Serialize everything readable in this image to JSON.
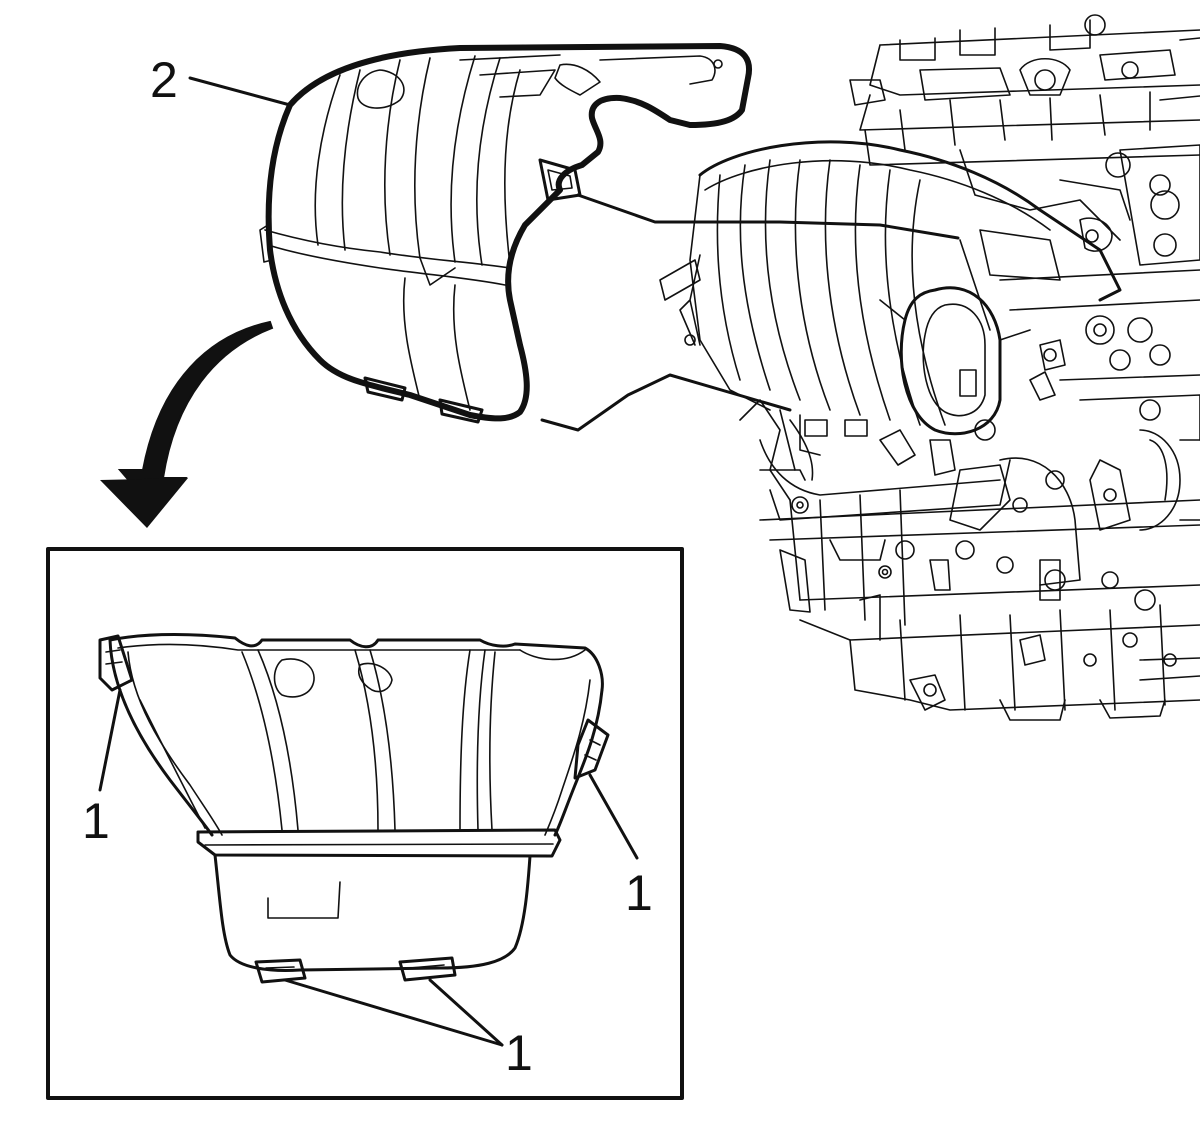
{
  "diagram": {
    "callouts": {
      "shield": "2",
      "clip_top_left": "1",
      "clip_right": "1",
      "clip_bottom": "1"
    },
    "colors": {
      "ink": "#111111",
      "paper": "#ffffff"
    },
    "parts": [
      "engine-assembly",
      "intake-manifold",
      "heat-shield",
      "detail-inset",
      "retaining-clips"
    ]
  }
}
